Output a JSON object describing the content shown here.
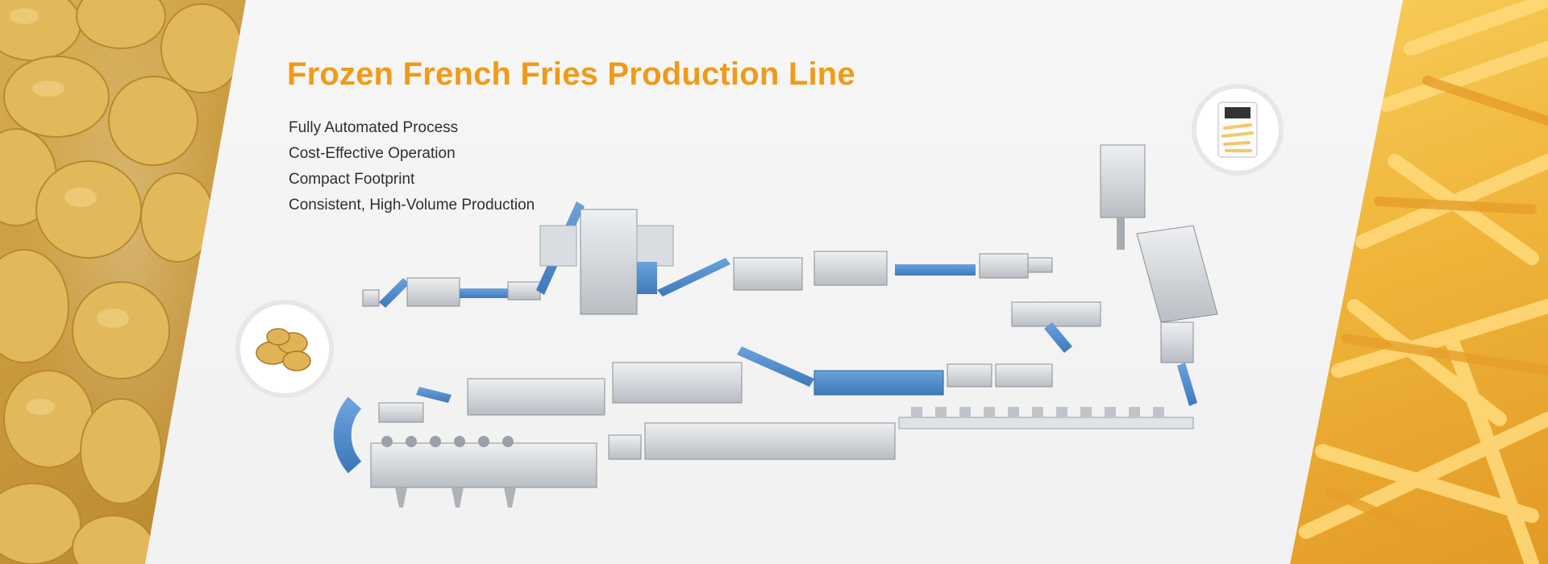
{
  "header": {
    "title": "Frozen French Fries Production Line"
  },
  "features": [
    "Fully Automated Process",
    "Cost-Effective Operation",
    "Compact Footprint",
    "Consistent, High-Volume Production"
  ],
  "icons": {
    "potato_thumbnail": "potato-icon",
    "fries_package_thumbnail": "fries-package-icon",
    "left_background": "potato-pile-image",
    "right_background": "french-fries-image",
    "machine": "production-line-illustration"
  },
  "colors": {
    "title": "#f09a17",
    "conveyor": "#4a86c9",
    "steel": "#c9cdd2",
    "text": "#2f2f2f"
  }
}
